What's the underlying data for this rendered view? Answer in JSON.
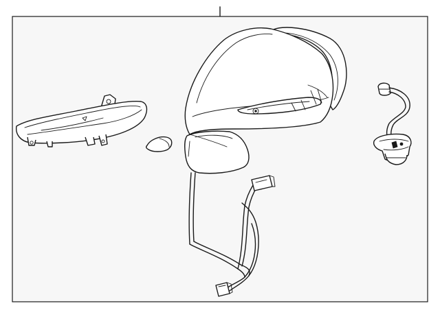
{
  "diagram": {
    "background_color": "#ffffff",
    "panel_color": "#f7f7f7",
    "line_color": "#1a1a1a",
    "parts": [
      {
        "name": "turn-signal-lamp-assembly"
      },
      {
        "name": "small-cap-piece"
      },
      {
        "name": "outside-mirror-assembly"
      },
      {
        "name": "mirror-wire-harness"
      },
      {
        "name": "puddle-lamp-socket-with-pigtail"
      }
    ]
  }
}
